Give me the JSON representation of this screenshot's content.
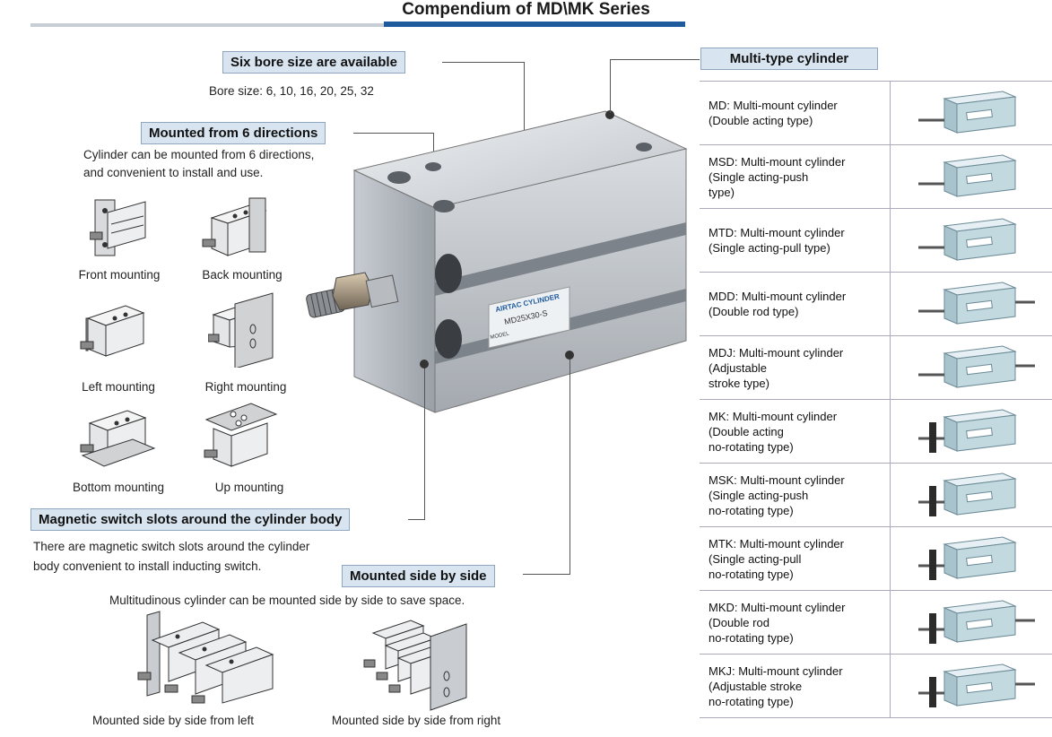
{
  "title": "Compendium of MD\\MK Series",
  "bore": {
    "heading": "Six bore size are available",
    "text": "Bore size: 6, 10, 16, 20, 25, 32"
  },
  "mount6": {
    "heading": "Mounted from 6 directions",
    "text1": "Cylinder can be mounted from 6 directions,",
    "text2": "and convenient to install and use.",
    "captions": [
      "Front mounting",
      "Back mounting",
      "Left mounting",
      "Right mounting",
      "Bottom mounting",
      "Up mounting"
    ]
  },
  "magnetic": {
    "heading": "Magnetic switch slots around the cylinder body",
    "text1": "There are magnetic switch slots around the cylinder",
    "text2": "body convenient to install inducting switch."
  },
  "sidebyside": {
    "heading": "Mounted side by side",
    "text": "Multitudinous cylinder can be mounted side by side to save space.",
    "captions": [
      "Mounted side by side from left",
      "Mounted side by side from right"
    ]
  },
  "cylinder_label": {
    "brand": "AIRTAC CYLINDER",
    "model": "MD25X30-S",
    "model_prefix": "MODEL"
  },
  "multitype": {
    "heading": "Multi-type cylinder",
    "rows": [
      "MD: Multi-mount cylinder\n      (Double acting type)",
      "MSD: Multi-mount cylinder\n   (Single acting-push\ntype)",
      "MTD: Multi-mount cylinder\n   (Single acting-pull type)",
      "MDD: Multi-mount cylinder\n       (Double rod type)",
      "MDJ: Multi-mount cylinder\n       (Adjustable\n        stroke type)",
      "MK: Multi-mount cylinder\n     (Double acting\n      no-rotating type)",
      "MSK: Multi-mount cylinder\n      (Single acting-push\n      no-rotating type)",
      "MTK: Multi-mount cylinder\n      (Single acting-pull\n      no-rotating type)",
      "MKD: Multi-mount cylinder\n      (Double rod\n      no-rotating type)",
      "MKJ: Multi-mount cylinder\n      (Adjustable stroke\n      no-rotating type)"
    ]
  },
  "colors": {
    "accent": "#1f5a9c",
    "box_bg": "#d8e5f1",
    "metal": "#c9cdd2"
  }
}
